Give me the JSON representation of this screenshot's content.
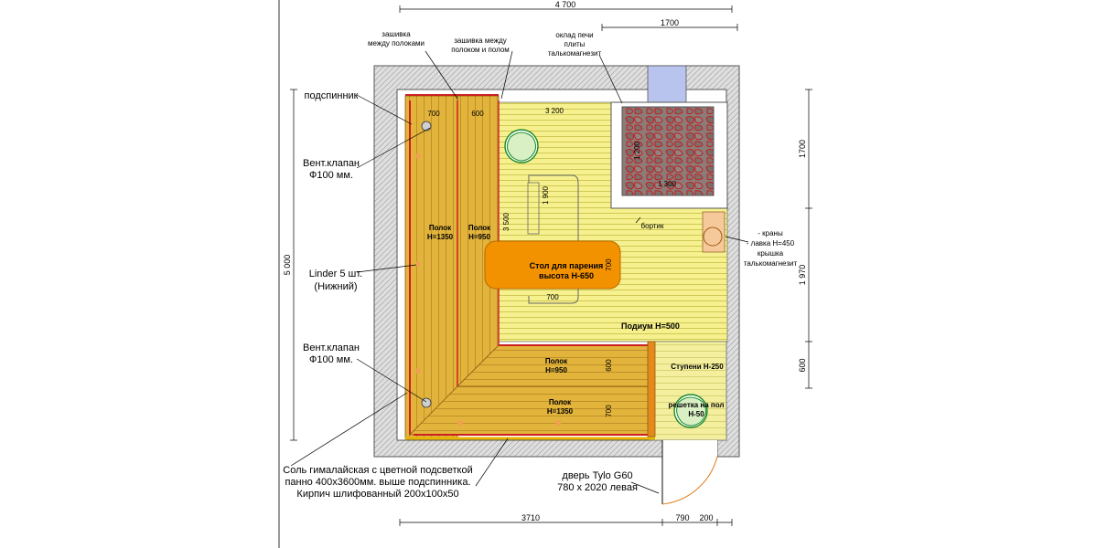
{
  "dimensions": {
    "top_total": "4 700",
    "top_right": "1700",
    "left_total": "5 000",
    "right_top": "1700",
    "right_middle": "1 970",
    "right_bottom": "600",
    "bottom_left": "3710",
    "bottom_door": "790",
    "bottom_right": "200",
    "shelf_top_width": "700",
    "shelf_mid_width": "600",
    "podium_span": "3 200",
    "shelf_length": "3 500",
    "stove_height": "1 200",
    "stove_width": "1 300",
    "table_guide_width": "1 900",
    "table_side": "700",
    "table_bottom": "700",
    "lower_shelf_top": "600",
    "lower_shelf_bottom": "700"
  },
  "labels": {
    "lining_between_shelves": [
      "зашивка",
      "между полоками"
    ],
    "lining_shelf_floor": [
      "зашивка между",
      "полоком и полом"
    ],
    "stove_cladding": [
      "оклад печи",
      "плиты",
      "талькомагнезит"
    ],
    "backrest": "подспинник",
    "vent_top": [
      "Вент.клапан",
      "Ф100 мм."
    ],
    "linder": [
      "Linder 5 шт.",
      "(Нижний)"
    ],
    "vent_bottom": [
      "Вент.клапан",
      "Ф100 мм."
    ],
    "salt_panel": [
      "Соль гималайская с цветной подсветкой",
      "панно 400х3600мм. выше подспинника.",
      "Кирпич   шлифованный 200х100х50"
    ],
    "shelf_1350_left": [
      "Полок",
      "Н=1350"
    ],
    "shelf_950_left": [
      "Полок",
      "Н=950"
    ],
    "steam_table": [
      "Стол для парения",
      "высота Н-650"
    ],
    "podium": "Подиум Н=500",
    "bort": "бортик",
    "taps": [
      "- краны",
      "- лавка Н=450",
      "крышка",
      "талькомагнезит"
    ],
    "shelf_950_bottom": [
      "Полок",
      "Н=950"
    ],
    "shelf_1350_bottom": [
      "Полок",
      "Н=1350"
    ],
    "steps": "Ступени Н-250",
    "floor_grate": [
      "решетка на пол",
      "Н-50"
    ],
    "door": [
      "дверь Tylo G60",
      "780 х 2020 левая"
    ]
  },
  "colors": {
    "wall": "#d9d9d9",
    "podium": "#f5f08a",
    "shelf": "#e2b43c",
    "shelf_dark": "#c9922a",
    "table": "#f39200",
    "stone": "#8a7a78",
    "chimney": "#b8c4ee",
    "redline": "#cc2020"
  }
}
